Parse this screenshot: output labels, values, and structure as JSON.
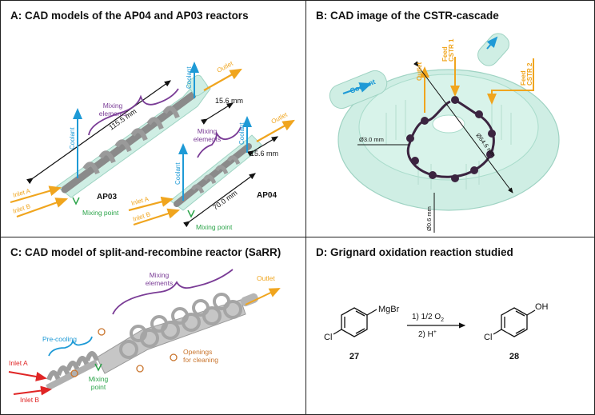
{
  "panels": {
    "a": {
      "title": "A: CAD models of the AP04 and AP03 reactors",
      "labels": {
        "mixing_elements_1": "Mixing",
        "mixing_elements_2": "elements",
        "mixing_elements_b1": "Mixing",
        "mixing_elements_b2": "elements",
        "dim_115": "115.5 mm",
        "dim_15_6_top": "15.6 mm",
        "dim_15_6_bottom": "15.6 mm",
        "dim_70": "70.0 mm",
        "coolant_left": "Coolant",
        "coolant_top": "Coolant",
        "coolant_mid": "Coolant",
        "coolant_right": "Coolant",
        "outlet_1": "Outlet",
        "outlet_2": "Outlet",
        "inlet_a_1": "Inlet A",
        "inlet_b_1": "Inlet B",
        "inlet_a_2": "Inlet A",
        "inlet_b_2": "Inlet B",
        "ap03": "AP03",
        "ap04": "AP04",
        "mixing_point_1": "Mixing point",
        "mixing_point_2": "Mixing point"
      }
    },
    "b": {
      "title": "B: CAD image of the CSTR-cascade",
      "labels": {
        "coolant": "Coolant",
        "outlet": "Outlet",
        "feed1_a": "Feed",
        "feed1_b": "CSTR 1",
        "feed2_a": "Feed",
        "feed2_b": "CSTR 2",
        "dia_3": "Ø3.0 mm",
        "dia_64": "Ø64.6 mm",
        "dia_06": "Ø0.6 mm"
      }
    },
    "c": {
      "title": "C: CAD model of split-and-recombine reactor (SaRR)",
      "labels": {
        "mixing_1": "Mixing",
        "mixing_2": "elements",
        "outlet": "Outlet",
        "precooling": "Pre-cooling",
        "inlet_a": "Inlet A",
        "inlet_b": "Inlet B",
        "mixing_point_1": "Mixing",
        "mixing_point_2": "point",
        "openings_1": "Openings",
        "openings_2": "for cleaning"
      }
    },
    "d": {
      "title": "D: Grignard oxidation reaction studied",
      "reactant_group": "MgBr",
      "reactant_cl": "Cl",
      "reactant_num": "27",
      "step1": "1) 1/2 O",
      "step1_sub": "2",
      "step2": "2) H",
      "step2_sup": "+",
      "product_group": "OH",
      "product_cl": "Cl",
      "product_num": "28"
    }
  },
  "colors": {
    "orange": "#f0a51e",
    "blue": "#1e9ad6",
    "purple": "#7a3c96",
    "green": "#2ca44a",
    "red": "#e02525",
    "brown": "#c9742c",
    "glass": "#cfeee4"
  }
}
